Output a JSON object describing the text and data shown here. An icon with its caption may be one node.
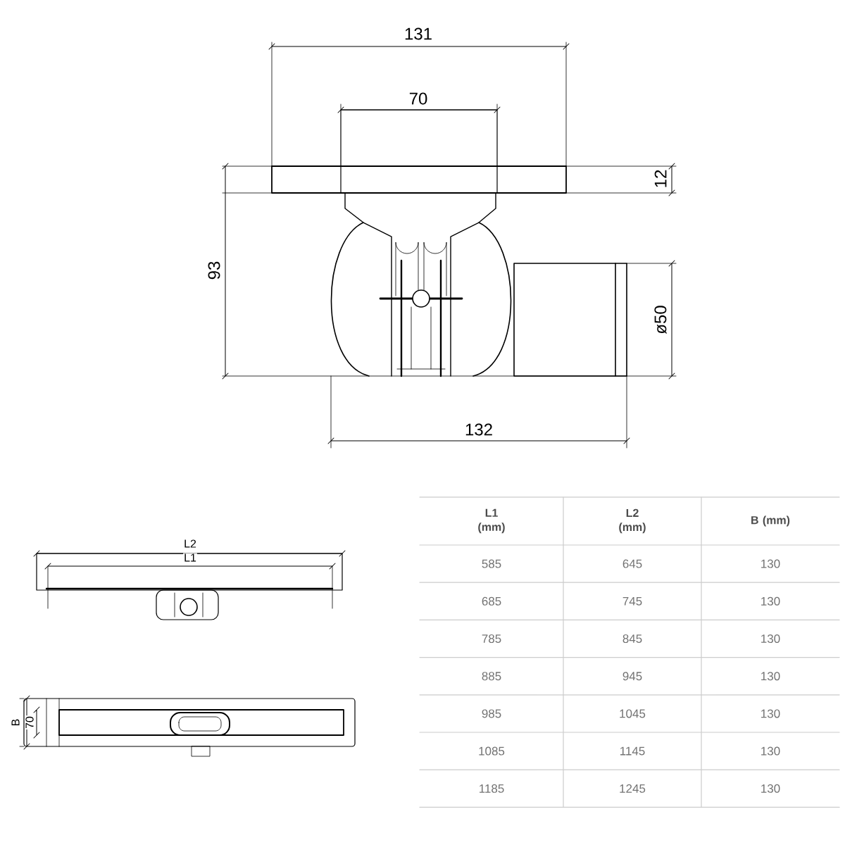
{
  "diagram": {
    "labels": [
      "131",
      "70",
      "12",
      "93",
      "ø50",
      "132",
      "L2",
      "L1",
      "B",
      "70",
      "L1 (mm)",
      "L2 (mm)",
      "B (mm)",
      "585",
      "645",
      "130",
      "685",
      "745",
      "130",
      "785",
      "845",
      "130",
      "885",
      "945",
      "130",
      "985",
      "1045",
      "130",
      "1085",
      "1145",
      "130",
      "1185",
      "1245",
      "130"
    ]
  }
}
